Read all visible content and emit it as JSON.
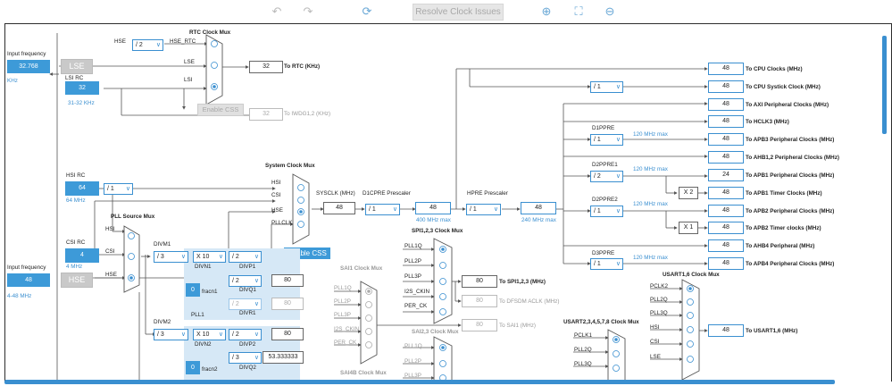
{
  "toolbar": {
    "undo_icon": "↶",
    "redo_icon": "↷",
    "refresh_icon": "⟳",
    "resolve_label": "Resolve Clock Issues",
    "zoom_in_icon": "⊕",
    "fit_icon": "⛶",
    "zoom_out_icon": "⊖"
  },
  "lse_side": {
    "input_label": "Input frequency",
    "input_value": "32.768",
    "unit": "KHz",
    "lse_label": "LSE",
    "lsi_rc_label": "LSI RC",
    "lsi_value": "32",
    "lsi_range": "31-32 KHz"
  },
  "rtc": {
    "title": "RTC Clock Mux",
    "hse_label": "HSE",
    "hse_div": "/ 2",
    "hse_rtc": "HSE_RTC",
    "in_lse": "LSE",
    "in_lsi": "LSI",
    "out_value": "32",
    "out_label": "To RTC (KHz)",
    "enable_css": "Enable CSS",
    "iwdg_value": "32",
    "iwdg_label": "To IWDG1,2 (KHz)"
  },
  "hsi": {
    "label": "HSI RC",
    "value": "64",
    "freq": "64 MHz",
    "div": "/ 1"
  },
  "csi": {
    "label": "CSI RC",
    "value": "4",
    "freq": "4 MHz"
  },
  "hse_side": {
    "input_label": "Input frequency",
    "value": "48",
    "hse_label": "HSE",
    "range": "4-48 MHz"
  },
  "pll_source": {
    "title": "PLL Source Mux",
    "hsi": "HSI",
    "csi": "CSI",
    "hse": "HSE"
  },
  "sysmux": {
    "title": "System Clock Mux",
    "hsi": "HSI",
    "csi": "CSI",
    "hse": "HSE",
    "pllclk": "PLLCLK",
    "sysclk_label": "SYSCLK (MHz)",
    "sysclk_value": "48",
    "enable_css": "Enable CSS"
  },
  "d1cpre": {
    "label": "D1CPRE Prescaler",
    "div": "/ 1",
    "value": "48",
    "max": "400 MHz max"
  },
  "hpre": {
    "label": "HPRE Prescaler",
    "div": "/ 1",
    "value": "48",
    "max": "240 MHz max"
  },
  "pll1": {
    "divm_label": "DIVM1",
    "divm": "/ 3",
    "mult": "X 10",
    "divn": "DIVN1",
    "fracn_val": "0",
    "fracn": "fracn1",
    "pll": "PLL1",
    "divp_sel": "/ 2",
    "divp": "DIVP1",
    "divq_sel": "/ 2",
    "divq": "DIVQ1",
    "divq_val": "80",
    "divr_sel": "/ 2",
    "divr": "DIVR1",
    "divr_val": "80"
  },
  "pll2": {
    "divm_label": "DIVM2",
    "divm": "/ 3",
    "mult": "X 10",
    "divn": "DIVN2",
    "fracn_val": "0",
    "fracn": "fracn2",
    "divp_sel": "/ 2",
    "divp": "DIVP2",
    "divp_val": "80",
    "divq_sel": "/ 3",
    "divq": "DIVQ2",
    "divq_val": "53.333333"
  },
  "outputs": [
    {
      "value": "48",
      "label": "To CPU Clocks (MHz)"
    },
    {
      "value": "48",
      "label": "To CPU Systick Clock (MHz)",
      "div": "/ 1"
    },
    {
      "value": "48",
      "label": "To AXI Peripheral Clocks (MHz)"
    },
    {
      "value": "48",
      "label": "To HCLK3 (MHz)"
    },
    {
      "value": "48",
      "label": "To APB3 Peripheral Clocks (MHz)",
      "div": "/ 1",
      "pre": "D1PPRE",
      "max": "120 MHz max"
    },
    {
      "value": "48",
      "label": "To AHB1,2 Peripheral Clocks (MHz)"
    },
    {
      "value": "24",
      "label": "To APB1 Peripheral Clocks (MHz)",
      "div": "/ 2",
      "pre": "D2PPRE1",
      "max": "120 MHz max"
    },
    {
      "value": "48",
      "label": "To APB1 Timer Clocks (MHz)",
      "mult": "X 2"
    },
    {
      "value": "48",
      "label": "To APB2 Peripheral Clocks (MHz)",
      "div": "/ 1",
      "pre": "D2PPRE2",
      "max": "120 MHz max"
    },
    {
      "value": "48",
      "label": "To APB2 Timer clocks (MHz)",
      "mult": "X 1"
    },
    {
      "value": "48",
      "label": "To AHB4 Peripheral (MHz)"
    },
    {
      "value": "48",
      "label": "To APB4 Peripheral Clocks (MHz)",
      "div": "/ 1",
      "pre": "D3PPRE",
      "max": "120 MHz max"
    }
  ],
  "spi123": {
    "title": "SPI1,2,3 Clock Mux",
    "inputs": [
      "PLL1Q",
      "PLL2P",
      "PLL3P",
      "I2S_CKIN",
      "PER_CK"
    ],
    "value": "80",
    "label": "To SPI1,2,3 (MHz)",
    "dfsdm_value": "80",
    "dfsdm_label": "To DFSDM ACLK (MHz)"
  },
  "sai1": {
    "title": "SAI1 Clock Mux",
    "inputs": [
      "PLL1Q",
      "PLL2P",
      "PLL3P",
      "I2S_CKIN",
      "PER_CK"
    ],
    "value": "80",
    "label": "To SAI1 (MHz)"
  },
  "sai23": {
    "title": "SAI2,3 Clock Mux",
    "inputs": [
      "PLL1Q",
      "PLL2P",
      "PLL3P"
    ]
  },
  "sai4b": {
    "title": "SAI4B Clock Mux"
  },
  "usart16": {
    "title": "USART1,6 Clock Mux",
    "inputs": [
      "PCLK2",
      "PLL2Q",
      "PLL3Q",
      "HSI",
      "CSI",
      "LSE"
    ],
    "value": "48",
    "label": "To USART1,6 (MHz)"
  },
  "usart2": {
    "title": "USART2,3,4,5,7,8 Clock Mux",
    "inputs": [
      "PCLK1",
      "PLL2Q",
      "PLL3Q"
    ]
  }
}
